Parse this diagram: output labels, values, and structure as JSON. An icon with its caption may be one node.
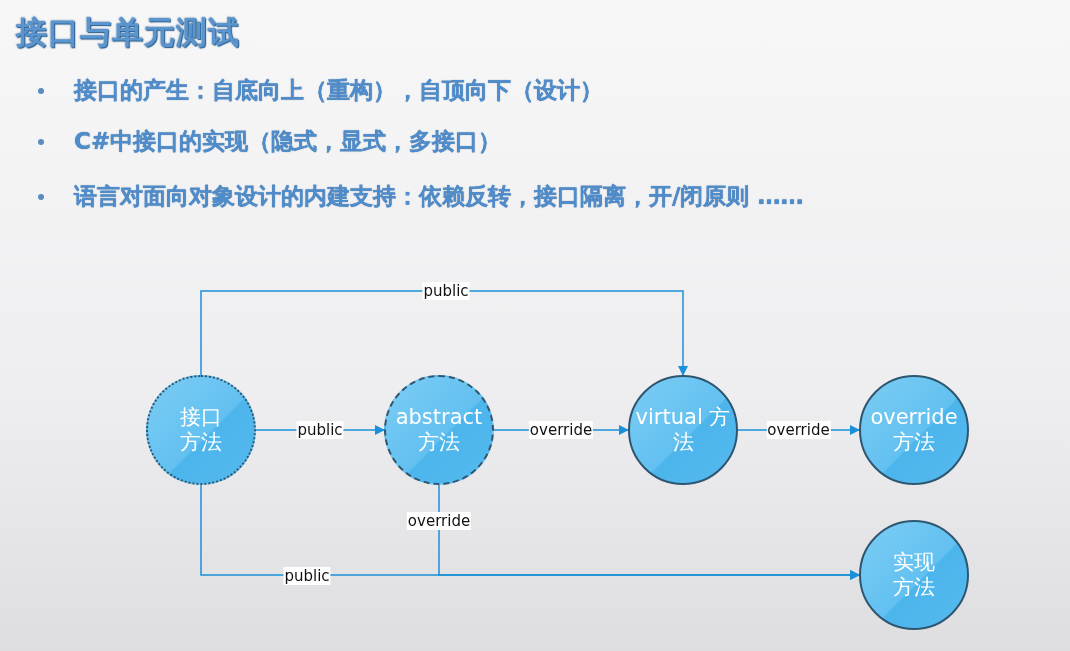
{
  "diagram": {
    "title": "接口与单元测试",
    "nodes": [
      {
        "text": [
          "接口方法"
        ]
      },
      {
        "text": [
          "abstract 方法"
        ]
      },
      {
        "text": [
          "virtual 方法"
        ]
      },
      {
        "text": [
          "override 方法"
        ]
      },
      {
        "text": [
          "实现方法"
        ]
      }
    ],
    "edges": [
      {
        "from": 0,
        "to": 2,
        "arrow": "to",
        "label": "public"
      },
      {
        "from": 0,
        "to": 1,
        "arrow": "to",
        "label": "public"
      },
      {
        "from": 1,
        "to": 2,
        "arrow": "to",
        "label": "override"
      },
      {
        "from": 2,
        "to": 3,
        "arrow": "to",
        "label": "override"
      },
      {
        "from": 1,
        "to": 4,
        "arrow": "to",
        "label": "override"
      },
      {
        "from": 0,
        "to": 4,
        "arrow": "to",
        "label": "public"
      }
    ],
    "labels": [
      "接口的产生：自底向上（重构），自顶向下（设计）",
      "C#中接口的实现（隐式，显式，多接口）",
      "语言对面向对象设计的内建支持：依赖反转，接口隔离，开/闭原则 ……"
    ]
  }
}
